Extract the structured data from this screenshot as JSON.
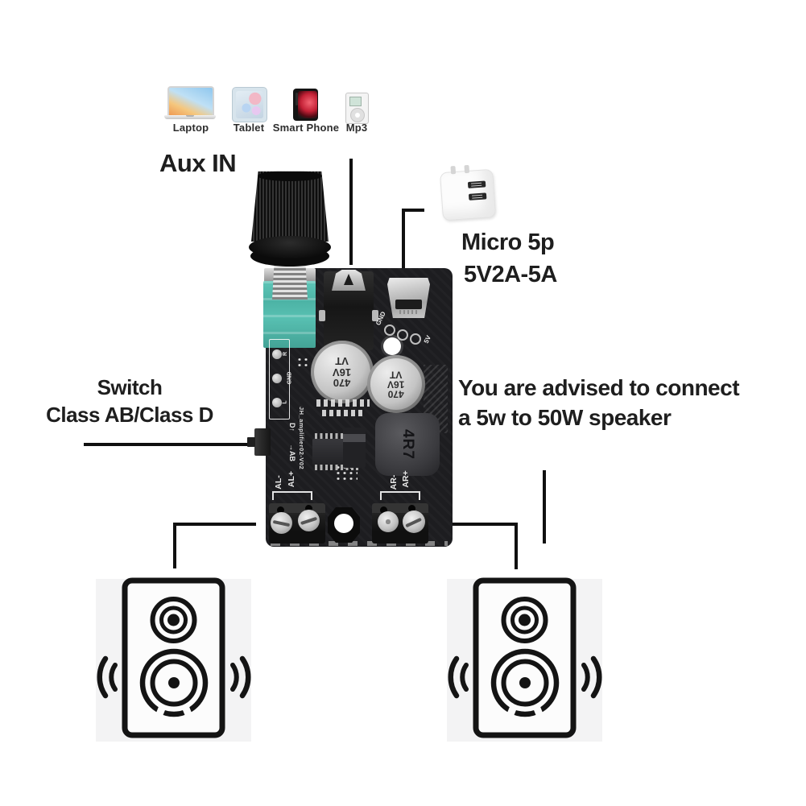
{
  "colors": {
    "background": "#ffffff",
    "annotation_line": "#101010",
    "text": "#1e1e1e",
    "pcb": "#1d1d20",
    "potentiometer_teal": "#4fbcae",
    "knob_black": "#141414",
    "speaker_panel_bg": "#f3f3f4",
    "capacitor_silver": "#c6c6c6"
  },
  "source_devices": {
    "items": [
      {
        "icon": "laptop-icon",
        "label": "Laptop"
      },
      {
        "icon": "tablet-icon",
        "label": "Tablet"
      },
      {
        "icon": "smartphone-icon",
        "label": "Smart Phone"
      },
      {
        "icon": "mp3-player-icon",
        "label": "Mp3"
      }
    ]
  },
  "annotations": {
    "aux_in": "Aux IN",
    "power_input": {
      "line1": "Micro 5p",
      "line2": "5V2A-5A"
    },
    "mode_switch": {
      "line1": "Switch",
      "line2": "Class AB/Class D"
    },
    "speaker_advice": {
      "line1": "You are advised to connect",
      "line2": "a 5w to 50W speaker"
    }
  },
  "board": {
    "silkscreen": {
      "gnd_top": "GND",
      "power_5v": "5V",
      "model": "JH_amplifier02-V02",
      "mode_d": "D↑",
      "mode_ab": "→AB",
      "aux_pad_r": "R",
      "aux_pad_gnd": "GND",
      "aux_pad_l": "L",
      "left_channel_plus": "AL+",
      "left_channel_minus": "AL-",
      "right_channel_plus": "AR+",
      "right_channel_minus": "AR-"
    },
    "capacitor_marking": [
      "470",
      "16V",
      "VT"
    ],
    "inductor_marking": "4R7"
  }
}
